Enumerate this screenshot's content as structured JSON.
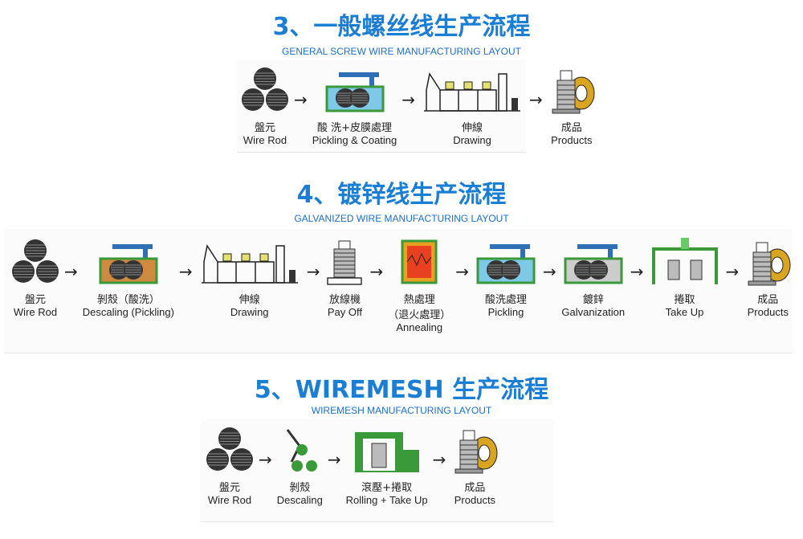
{
  "sections": [
    {
      "title": "3、一般螺丝线生产流程",
      "subtitle": "GENERAL  SCREW WIRE  MANUFACTURING LAYOUT",
      "steps": [
        {
          "zh": "盤元",
          "en": "Wire Rod",
          "icon": "wire-rod"
        },
        {
          "zh": "酸 洗+皮膜處理",
          "en": "Pickling & Coating",
          "icon": "pickling-tank"
        },
        {
          "zh": "伸線",
          "en": "Drawing",
          "icon": "drawing-machine"
        },
        {
          "zh": "成品",
          "en": "Products",
          "icon": "products"
        }
      ]
    },
    {
      "title": "4、镀锌线生产流程",
      "subtitle": "GALVANIZED WIRE MANUFACTURING LAYOUT",
      "steps": [
        {
          "zh": "盤元",
          "en": "Wire Rod"
        },
        {
          "zh": "剝殼（酸洗）",
          "en": "Descaling (Pickling)"
        },
        {
          "zh": "伸線",
          "en": "Drawing"
        },
        {
          "zh": "放線機",
          "en": "Pay Off"
        },
        {
          "zh": "熱處理",
          "zh2": "（退火處理）",
          "en": "Annealing"
        },
        {
          "zh": "酸洗處理",
          "en": "Pickling"
        },
        {
          "zh": "鍍鋅",
          "en": "Galvanization"
        },
        {
          "zh": "捲取",
          "en": "Take Up"
        },
        {
          "zh": "成品",
          "en": "Products"
        }
      ]
    },
    {
      "title": "5、WIREMESH 生产流程",
      "subtitle": "WIREMESH  MANUFACTURING LAYOUT",
      "steps": [
        {
          "zh": "盤元",
          "en": "Wire Rod"
        },
        {
          "zh": "剝殼",
          "en": "Descaling"
        },
        {
          "zh": "滾壓+捲取",
          "en": "Rolling + Take Up"
        },
        {
          "zh": "成品",
          "en": "Products"
        }
      ]
    }
  ],
  "arrow": "→",
  "colors": {
    "title": "#1a7fd4",
    "tank_blue": "#2f6fb5",
    "tank_green": "#3a9a3a",
    "gold": "#d9a520"
  }
}
